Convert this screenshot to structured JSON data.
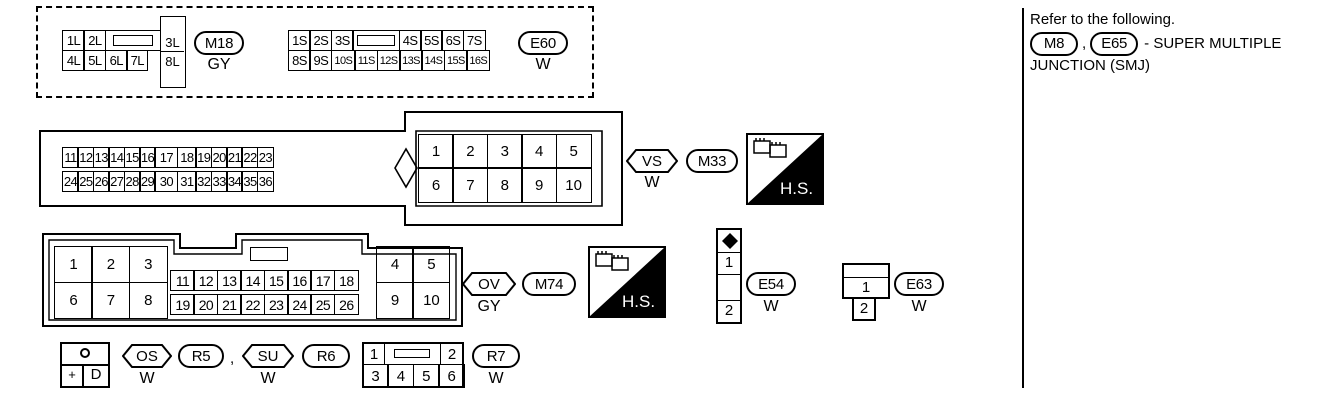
{
  "connectors": {
    "m18": {
      "id": "M18",
      "color": "GY",
      "row1": [
        "1L",
        "2L",
        "3L"
      ],
      "row2": [
        "4L",
        "5L",
        "6L",
        "7L",
        "8L"
      ]
    },
    "e60": {
      "id": "E60",
      "color": "W",
      "row1": [
        "1S",
        "2S",
        "3S",
        "4S",
        "5S",
        "6S",
        "7S"
      ],
      "row2": [
        "8S",
        "9S",
        "10S",
        "11S",
        "12S",
        "13S",
        "14S",
        "15S",
        "16S"
      ]
    },
    "m33": {
      "id": "M33",
      "pair": "VS",
      "color": "W",
      "large_row1": [
        "11",
        "12",
        "13",
        "14",
        "15",
        "16",
        "17",
        "18",
        "19",
        "20",
        "21",
        "22",
        "23"
      ],
      "large_row2": [
        "24",
        "25",
        "26",
        "27",
        "28",
        "29",
        "30",
        "31",
        "32",
        "33",
        "34",
        "35",
        "36"
      ],
      "small_row1": [
        "1",
        "2",
        "3",
        "4",
        "5"
      ],
      "small_row2": [
        "6",
        "7",
        "8",
        "9",
        "10"
      ]
    },
    "m74": {
      "id": "M74",
      "pair": "OV",
      "color": "GY",
      "left_row1": [
        "1",
        "2",
        "3"
      ],
      "left_row2": [
        "6",
        "7",
        "8"
      ],
      "mid_row1": [
        "11",
        "12",
        "13",
        "14",
        "15",
        "16",
        "17",
        "18"
      ],
      "mid_row2": [
        "19",
        "20",
        "21",
        "22",
        "23",
        "24",
        "25",
        "26"
      ],
      "right_row1": [
        "4",
        "5"
      ],
      "right_row2": [
        "9",
        "10"
      ]
    },
    "e54": {
      "id": "E54",
      "color": "W",
      "pins": [
        "1",
        "2"
      ]
    },
    "e63": {
      "id": "E63",
      "color": "W",
      "pins": [
        "1",
        "2"
      ]
    },
    "r5": {
      "id": "R5",
      "pair": "OS",
      "color": "W",
      "pins": [
        "+",
        "D"
      ]
    },
    "r6": {
      "id": "R6",
      "pair": "SU",
      "color": "W",
      "separator": ","
    },
    "r7": {
      "id": "R7",
      "color": "W",
      "row1": [
        "1",
        "2"
      ],
      "row2": [
        "3",
        "4",
        "5",
        "6"
      ]
    }
  },
  "hs_label": "H.S.",
  "reference": {
    "line1": "Refer to the following.",
    "ref_a": "M8",
    "separator": ",",
    "ref_b": "E65",
    "suffix": "- SUPER MULTIPLE",
    "line3": "JUNCTION (SMJ)"
  }
}
